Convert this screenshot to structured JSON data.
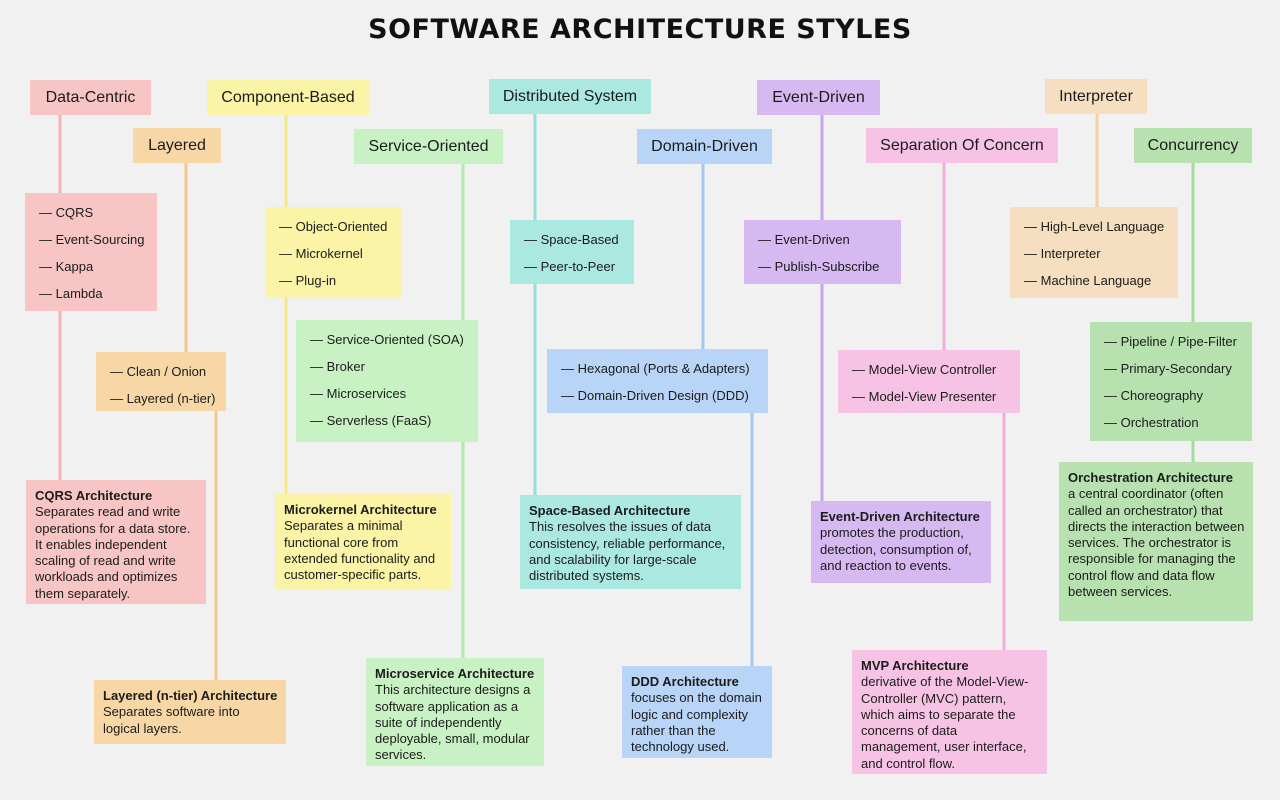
{
  "title": "SOFTWARE ARCHITECTURE STYLES",
  "colors": {
    "background": "#f1f1f1",
    "data_centric": "#f7c6c4",
    "layered": "#f8d7a6",
    "component_based": "#fbf3a6",
    "service_oriented": "#c8f2c3",
    "distributed_system": "#abe8e0",
    "domain_driven": "#b8d4f6",
    "event_driven": "#d6b9f1",
    "separation_of_concern": "#f7c3e4",
    "interpreter": "#f6dfc0",
    "concurrency": "#b7e2b0"
  },
  "categories": {
    "data_centric": "Data-Centric",
    "layered": "Layered",
    "component_based": "Component-Based",
    "service_oriented": "Service-Oriented",
    "distributed_system": "Distributed System",
    "domain_driven": "Domain-Driven",
    "event_driven": "Event-Driven",
    "separation_of_concern": "Separation Of Concern",
    "interpreter": "Interpreter",
    "concurrency": "Concurrency"
  },
  "lists": {
    "data_centric": [
      "— CQRS",
      "— Event-Sourcing",
      "— Kappa",
      "— Lambda"
    ],
    "layered": [
      "— Clean / Onion",
      "— Layered (n-tier)"
    ],
    "component_based": [
      "— Object-Oriented",
      "— Microkernel",
      "— Plug-in"
    ],
    "service_oriented": [
      "— Service-Oriented (SOA)",
      "— Broker",
      "— Microservices",
      "— Serverless (FaaS)"
    ],
    "distributed_system": [
      "— Space-Based",
      "— Peer-to-Peer"
    ],
    "domain_driven": [
      "— Hexagonal (Ports & Adapters)",
      "— Domain-Driven Design (DDD)"
    ],
    "event_driven": [
      "— Event-Driven",
      "— Publish-Subscribe"
    ],
    "separation_of_concern": [
      "— Model-View Controller",
      "— Model-View Presenter"
    ],
    "interpreter": [
      "— High-Level Language",
      "— Interpreter",
      "— Machine Language"
    ],
    "concurrency": [
      "— Pipeline / Pipe-Filter",
      "— Primary-Secondary",
      "— Choreography",
      "— Orchestration"
    ]
  },
  "descriptions": {
    "cqrs": {
      "title": "CQRS Architecture",
      "text": "Separates read and write operations for a data store. It enables independent scaling of read and write workloads and optimizes them separately."
    },
    "layered": {
      "title": "Layered (n-tier) Architecture",
      "text": "Separates software into logical layers."
    },
    "microkernel": {
      "title": "Microkernel Architecture",
      "text": "Separates a minimal functional core from extended functionality and customer-specific parts."
    },
    "microservice": {
      "title": "Microservice Architecture",
      "text": "This architecture designs a software application as a suite of independently deployable, small, modular services."
    },
    "space_based": {
      "title": "Space-Based Architecture",
      "text": "This resolves the issues of data consistency, reliable performance, and scalability for large-scale distributed systems."
    },
    "ddd": {
      "title": "DDD Architecture",
      "text": "focuses on the domain logic and complexity rather than the technology used."
    },
    "event_driven": {
      "title": "Event-Driven Architecture",
      "text": "promotes the production, detection, consumption of, and reaction to events."
    },
    "mvp": {
      "title": "MVP Architecture",
      "text": "derivative of the Model-View-Controller (MVC) pattern, which aims to separate the concerns of data management, user interface, and control flow."
    },
    "orchestration": {
      "title": "Orchestration Architecture",
      "text": "a central coordinator (often called an orchestrator) that directs the interaction between services. The orchestrator is responsible for managing the control flow and data flow between services."
    }
  }
}
